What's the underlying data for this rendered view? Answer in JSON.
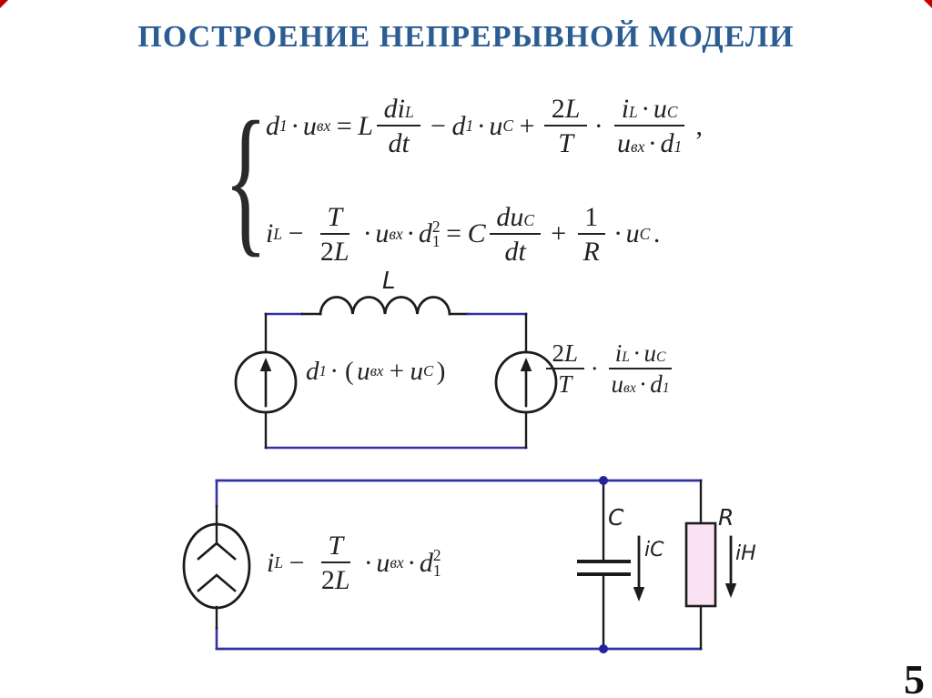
{
  "slide": {
    "title": "ПОСТРОЕНИЕ НЕПРЕРЫВНОЙ МОДЕЛИ",
    "page_number": "5",
    "title_color": "#2b5c92",
    "accent_red": "#c00000",
    "wire_blue": "#3232a6",
    "wire_black": "#1c1c1c",
    "resistor_fill": "#f8e2f3"
  },
  "sym": {
    "brace": "{",
    "d": "d",
    "one": "1",
    "two": "2",
    "u": "u",
    "vx": "вх",
    "C": "C",
    "L": "L",
    "T": "T",
    "R": "R",
    "i": "i",
    "H": "H",
    "di": "di",
    "dt": "dt",
    "du": "du",
    "eq": "=",
    "minus": "−",
    "plus": "+",
    "cdot": "·",
    "comma": ",",
    "period": ".",
    "lparen": "(",
    "rparen": ")"
  },
  "equations": {
    "description_eq1": "d1·uвх = L·diL/dt − d1·uC + (2L/T)·(iL·uC)/(uвх·d1),",
    "description_eq2": "iL − (T/2L)·uвх·d1² = C·duC/dt + (1/R)·uC."
  },
  "circuit1": {
    "inductor_label": "L",
    "left_source_formula": "d1·(uвх + uC)",
    "right_source_formula": "(2L/T)·(iL·uC)/(uвх·d1)"
  },
  "circuit2": {
    "source_formula": "iL − (T/2L)·uвх·d1²",
    "capacitor_label": "C",
    "capacitor_current": "iC",
    "resistor_label": "R",
    "load_current": "iH"
  }
}
